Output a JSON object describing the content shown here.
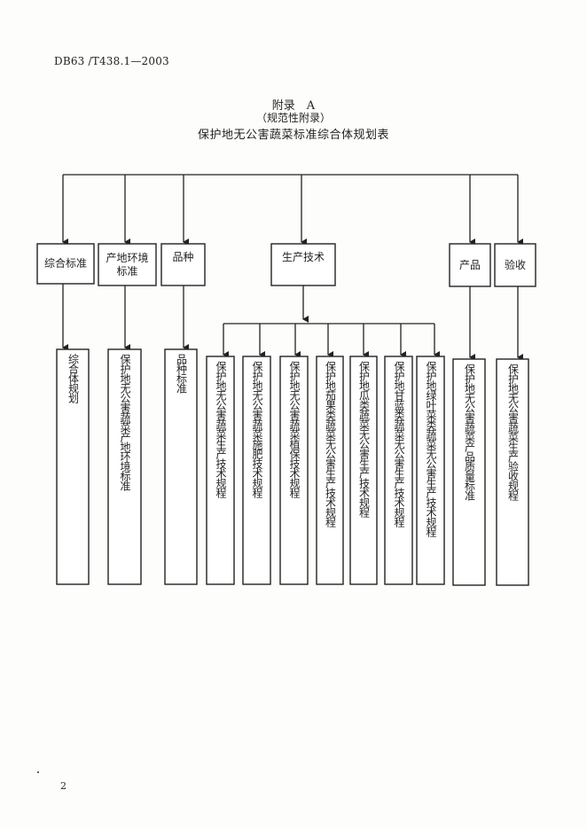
{
  "header": {
    "standard_code": "DB63 /T438.1—2003"
  },
  "title": {
    "appendix": "附录　A",
    "normative": "（规范性附录）",
    "table_title": "保护地无公害蔬菜标准综合体规划表"
  },
  "level1": [
    {
      "label": "综合标准"
    },
    {
      "label": "产地环境标准"
    },
    {
      "label": "品种"
    },
    {
      "label": "生产技术"
    },
    {
      "label": "产品"
    },
    {
      "label": "验收"
    }
  ],
  "level2": [
    {
      "label": "综合体规划"
    },
    {
      "label": "保护地无公害蔬菜产地环境标准"
    },
    {
      "label": "品种标准"
    },
    {
      "label": "保护地无公害蔬菜生产技术规程"
    },
    {
      "label": "保护地无公害蔬菜施肥技术规程"
    },
    {
      "label": "保护地无公害蔬菜植保技术规程"
    },
    {
      "label": "保护地茄果类蔬菜无公害生产技术规程"
    },
    {
      "label": "保护地瓜类蔬菜无公害生产技术规程"
    },
    {
      "label": "保护地甘蓝类蔬菜无公害生产技术规程"
    },
    {
      "label": "保护地绿叶菜类蔬菜无公害生产技术规程"
    },
    {
      "label": "保护地无公害蔬菜产品质量标准"
    },
    {
      "label": "保护地无公害蔬菜生产验收规程"
    }
  ],
  "footer": {
    "page_number": "2"
  }
}
